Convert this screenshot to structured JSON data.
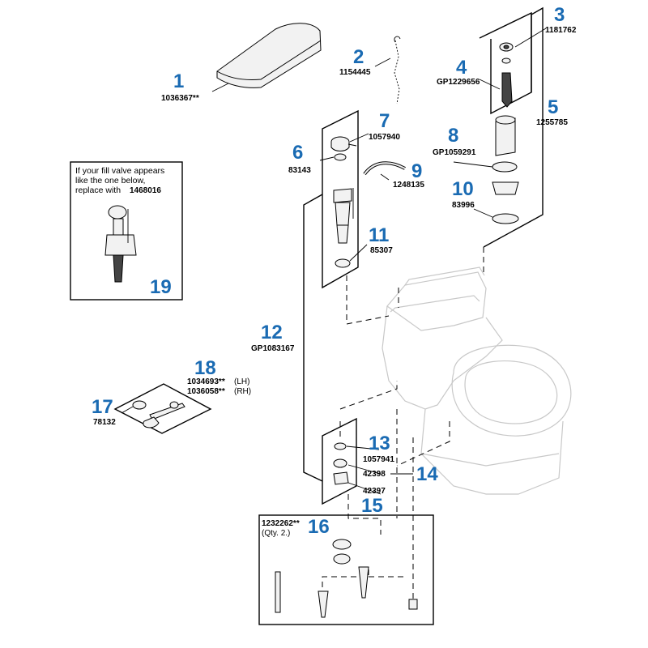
{
  "callouts": [
    {
      "id": "1",
      "num": "1",
      "part": "1036367**"
    },
    {
      "id": "2",
      "num": "2",
      "part": "1154445"
    },
    {
      "id": "3",
      "num": "3",
      "part": "1181762"
    },
    {
      "id": "4",
      "num": "4",
      "part": "GP1229656"
    },
    {
      "id": "5",
      "num": "5",
      "part": "1255785"
    },
    {
      "id": "6",
      "num": "6",
      "part": "83143"
    },
    {
      "id": "7",
      "num": "7",
      "part": "1057940"
    },
    {
      "id": "8",
      "num": "8",
      "part": "GP1059291"
    },
    {
      "id": "9",
      "num": "9",
      "part": "1248135"
    },
    {
      "id": "10",
      "num": "10",
      "part": "83996"
    },
    {
      "id": "11",
      "num": "11",
      "part": "85307"
    },
    {
      "id": "12",
      "num": "12",
      "part": "GP1083167"
    },
    {
      "id": "13",
      "num": "13",
      "part": "1057941"
    },
    {
      "id": "14",
      "num": "14",
      "part": "42398"
    },
    {
      "id": "15",
      "num": "15",
      "part": "42397"
    },
    {
      "id": "16",
      "num": "16",
      "part": "1232262**",
      "qty": "(Qty. 2.)"
    },
    {
      "id": "17",
      "num": "17",
      "part": "78132"
    },
    {
      "id": "18",
      "num": "18",
      "part_lh": "1034693**",
      "lh": "(LH)",
      "part_rh": "1036058**",
      "rh": "(RH)"
    },
    {
      "id": "19",
      "num": "19"
    }
  ],
  "note19": {
    "line1": "If your fill valve appears",
    "line2": "like the one below,",
    "line3": "replace with",
    "part": "1468016"
  }
}
